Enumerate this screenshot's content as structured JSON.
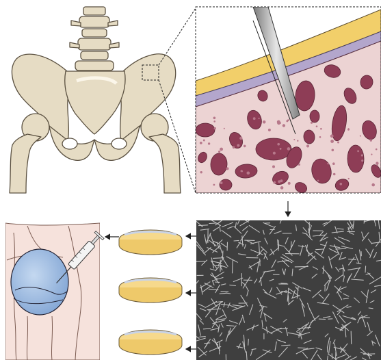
{
  "diagram": {
    "panels": [
      {
        "id": "pelvis",
        "subject": "pelvis-and-hip-bones"
      },
      {
        "id": "marrow-aspiration",
        "subject": "needle-inserted-into-bone-marrow"
      },
      {
        "id": "cell-culture",
        "subject": "microscopy-of-cultured-cells"
      },
      {
        "id": "culture-dishes",
        "subject": "petri-dishes",
        "count": 3
      },
      {
        "id": "knee-injection",
        "subject": "syringe-injecting-knee-joint"
      }
    ],
    "arrows": [
      {
        "from": "marrow-aspiration",
        "to": "cell-culture"
      },
      {
        "from": "cell-culture",
        "to": "culture-dishes"
      },
      {
        "from": "culture-dishes",
        "to": "knee-injection"
      }
    ],
    "colors": {
      "bone": "#e6dcc4",
      "bone_outline": "#5a5040",
      "skin_yellow": "#f2cf6a",
      "skin_lilac": "#b3a6cc",
      "marrow_tissue": "#ecd3d3",
      "marrow_cavity": "#8e3d56",
      "dish_medium": "#f6d98c",
      "dish_rim": "#c9d3e6",
      "knee_skin": "#f6e2dc",
      "knee_capsule": "#9ebde4",
      "microscopy_bg": "#3f3f3f"
    }
  }
}
